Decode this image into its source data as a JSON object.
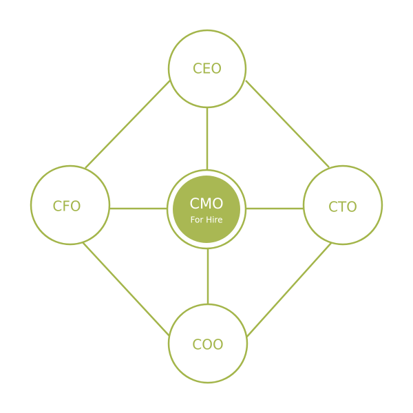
{
  "colors": {
    "accent": "#a3b54a",
    "center_fill": "#a9b853",
    "background": "#ffffff"
  },
  "nodes": {
    "ceo": {
      "label": "CEO"
    },
    "cfo": {
      "label": "CFO"
    },
    "cto": {
      "label": "CTO"
    },
    "coo": {
      "label": "COO"
    },
    "cmo": {
      "label": "CMO",
      "sublabel": "For Hire"
    }
  },
  "edges": [
    [
      "CEO",
      "CMO"
    ],
    [
      "CFO",
      "CMO"
    ],
    [
      "CTO",
      "CMO"
    ],
    [
      "COO",
      "CMO"
    ],
    [
      "CEO",
      "CFO"
    ],
    [
      "CEO",
      "CTO"
    ],
    [
      "CFO",
      "COO"
    ],
    [
      "CTO",
      "COO"
    ]
  ]
}
